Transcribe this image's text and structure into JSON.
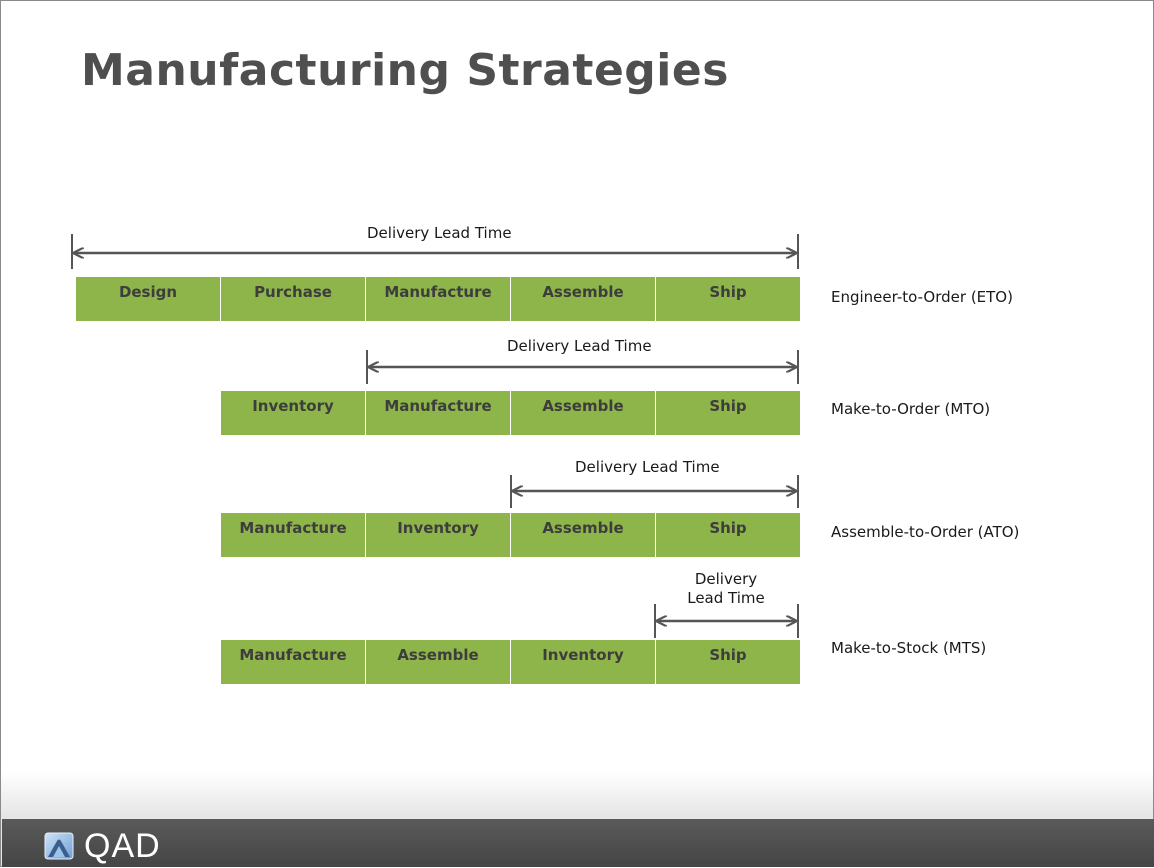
{
  "slide": {
    "title": "Manufacturing Strategies",
    "logo_text": "QAD"
  },
  "colors": {
    "cell_fill": "#8eb54a",
    "title_text": "#4f4f4f",
    "footer_bar": "#4a4a4a",
    "arrow": "#555555"
  },
  "rows": [
    {
      "strategy": "Engineer-to-Order (ETO)",
      "lead_time_label": "Delivery Lead Time",
      "steps": [
        "Design",
        "Purchase",
        "Manufacture",
        "Assemble",
        "Ship"
      ]
    },
    {
      "strategy": "Make-to-Order (MTO)",
      "lead_time_label": "Delivery Lead Time",
      "steps": [
        "Inventory",
        "Manufacture",
        "Assemble",
        "Ship"
      ]
    },
    {
      "strategy": "Assemble-to-Order (ATO)",
      "lead_time_label": "Delivery Lead Time",
      "steps": [
        "Manufacture",
        "Inventory",
        "Assemble",
        "Ship"
      ]
    },
    {
      "strategy": "Make-to-Stock (MTS)",
      "lead_time_label_line1": "Delivery",
      "lead_time_label_line2": "Lead Time",
      "steps": [
        "Manufacture",
        "Assemble",
        "Inventory",
        "Ship"
      ]
    }
  ]
}
